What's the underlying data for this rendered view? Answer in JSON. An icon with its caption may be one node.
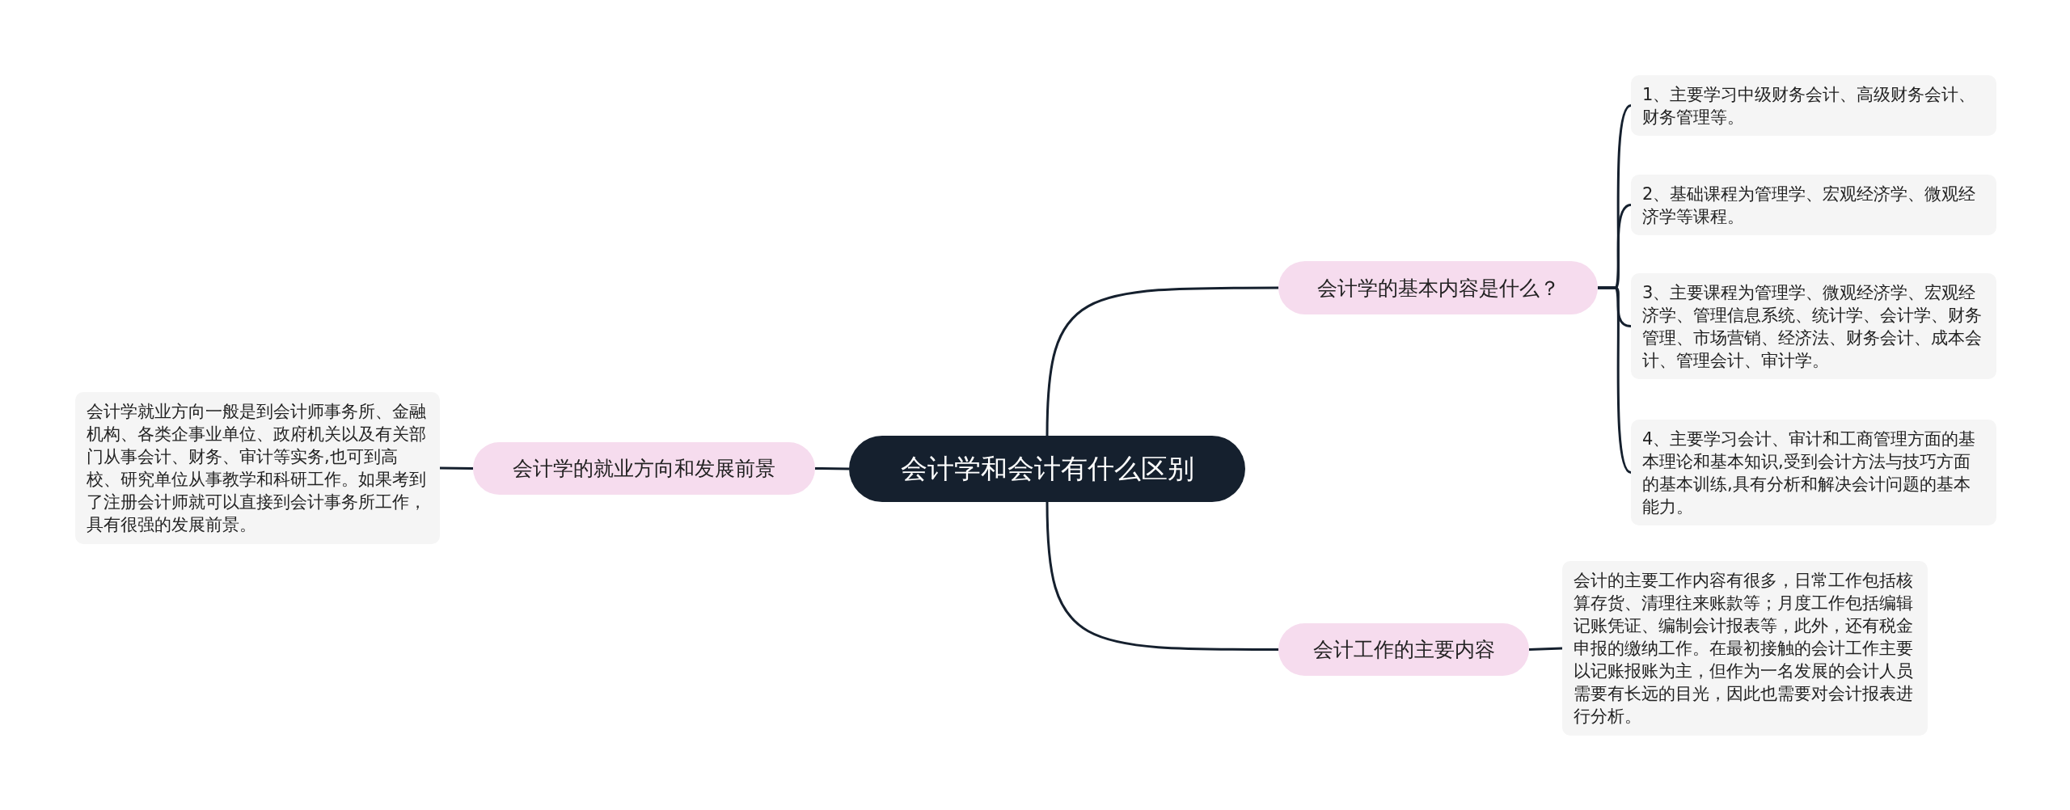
{
  "diagram": {
    "nodes": [
      {
        "text": [
          "会计学和会计有什么区别"
        ]
      },
      {
        "text": [
          "会计学的基本内容是什么？"
        ]
      },
      {
        "text": [
          "1、主要学习中级财务会计、高级财务会计、财务管理等。"
        ]
      },
      {
        "text": [
          "2、基础课程为管理学、宏观经济学、微观经济学等课程。"
        ]
      },
      {
        "text": [
          "3、主要课程为管理学、微观经济学、宏观经济学、管理信息系统、统计学、会计学、财务管理、市场营销、经济法、财务会计、成本会计、管理会计、审计学。"
        ]
      },
      {
        "text": [
          "4、主要学习会计、审计和工商管理方面的基本理论和基本知识,受到会计方法与技巧方面的基本训练,具有分析和解决会计问题的基本能力。"
        ]
      },
      {
        "text": [
          "会计工作的主要内容"
        ]
      },
      {
        "text": [
          "会计的主要工作内容有很多，日常工作包括核算存货、清理往来账款等；月度工作包括编辑记账凭证、编制会计报表等，此外，还有税金申报的缴纳工作。在最初接触的会计工作主要以记账报账为主，但作为一名发展的会计人员需要有长远的目光，因此也需要对会计报表进行分析。"
        ]
      },
      {
        "text": [
          "会计学的就业方向和发展前景"
        ]
      },
      {
        "text": [
          "会计学就业方向一般是到会计师事务所、金融机构、各类企事业单位、政府机关以及有关部门从事会计、财务、审计等实务,也可到高校、研究单位从事教学和科研工作。如果考到了注册会计师就可以直接到会计事务所工作，具有很强的发展前景。"
        ]
      }
    ],
    "edges": [
      {
        "from": 0,
        "to": 1,
        "arrow": "none"
      },
      {
        "from": 1,
        "to": 2,
        "arrow": "none"
      },
      {
        "from": 1,
        "to": 3,
        "arrow": "none"
      },
      {
        "from": 1,
        "to": 4,
        "arrow": "none"
      },
      {
        "from": 1,
        "to": 5,
        "arrow": "none"
      },
      {
        "from": 0,
        "to": 6,
        "arrow": "none"
      },
      {
        "from": 6,
        "to": 7,
        "arrow": "none"
      },
      {
        "from": 0,
        "to": 8,
        "arrow": "none"
      },
      {
        "from": 8,
        "to": 9,
        "arrow": "none"
      }
    ]
  }
}
